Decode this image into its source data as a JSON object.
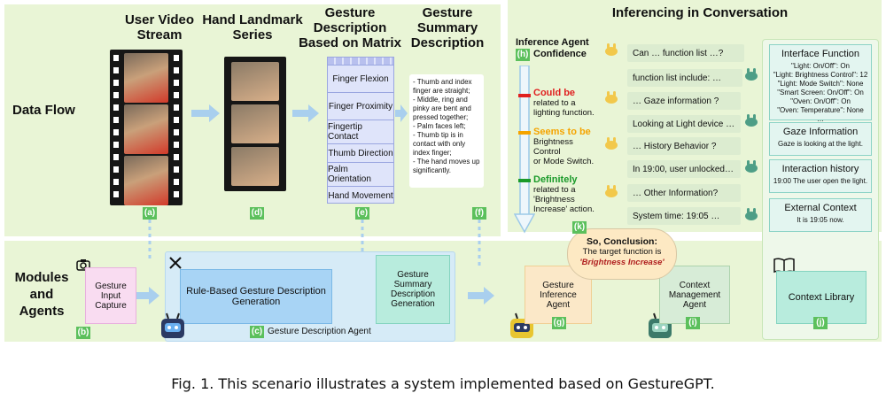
{
  "sections": {
    "data_flow": "Data Flow",
    "modules": [
      "Modules",
      "and",
      "Agents"
    ],
    "inferencing": "Inferencing in Conversation"
  },
  "columns": {
    "video": [
      "User Video",
      "Stream"
    ],
    "landmark": [
      "Hand Landmark",
      "Series"
    ],
    "description": [
      "Gesture",
      "Description",
      "Based on Matrix"
    ],
    "summary": [
      "Gesture",
      "Summary",
      "Description"
    ]
  },
  "matrix_rows": [
    "Finger Flexion",
    "Finger Proximity",
    "Fingertip Contact",
    "Thumb Direction",
    "Palm Orientation",
    "Hand Movement"
  ],
  "summary_bullets": [
    "- Thumb and index finger are straight;",
    "- Middle, ring and pinky are bent and pressed together;",
    "- Palm faces left;",
    "- Thumb tip is in contact with only index finger;",
    "- The hand moves up significantly."
  ],
  "labels": {
    "a": "(a)",
    "b": "(b)",
    "c": "(c)",
    "d": "(d)",
    "e": "(e)",
    "f": "(f)",
    "g": "(g)",
    "h": "(h)",
    "i": "(i)",
    "j": "(j)",
    "k": "(k)"
  },
  "modules": {
    "capture": [
      "Gesture",
      "Input",
      "Capture"
    ],
    "rule_based": [
      "Rule-Based Gesture Description",
      "Generation"
    ],
    "summary_gen": [
      "Gesture",
      "Summary",
      "Description",
      "Generation"
    ],
    "gda": "Gesture Description Agent",
    "inference": [
      "Gesture",
      "Inference",
      "Agent"
    ],
    "context_mgmt": [
      "Context",
      "Management",
      "Agent"
    ],
    "context_lib": "Context Library"
  },
  "confidence": {
    "title": [
      "Inference Agent",
      "Confidence"
    ],
    "items": [
      {
        "bold": "Could be",
        "text": [
          "related to a",
          "lighting function."
        ],
        "color": "#e02020"
      },
      {
        "bold": "Seems to be",
        "text": [
          "Brightness",
          "Control",
          "or Mode Switch."
        ],
        "color": "#f5a400"
      },
      {
        "bold": "Definitely",
        "text": [
          "related to a",
          "'Brightness",
          "Increase' action."
        ],
        "color": "#1a9a2a"
      }
    ]
  },
  "chat": [
    {
      "text": "Can … function list …?",
      "side": "q"
    },
    {
      "text": "function list include: …",
      "side": "a"
    },
    {
      "text": "… Gaze information ?",
      "side": "q"
    },
    {
      "text": "Looking at Light device …",
      "side": "a"
    },
    {
      "text": "… History  Behavior ?",
      "side": "q"
    },
    {
      "text": "In 19:00, user unlocked…",
      "side": "a"
    },
    {
      "text": "… Other Information?",
      "side": "q"
    },
    {
      "text": "System time: 19:05 …",
      "side": "a"
    }
  ],
  "conclusion": {
    "head": "So, Conclusion:",
    "line": "The target function is",
    "value": "'Brightness Increase'"
  },
  "context": [
    {
      "title": "Interface Function",
      "lines": [
        "\"Light: On/Off\": On",
        "\"Light: Brightness Control\": 12",
        "\"Light: Mode Switch\": None",
        "\"Smart Screen: On/Off\": On",
        "\"Oven: On/Off\": On",
        "\"Oven: Temperature\": None",
        "…"
      ]
    },
    {
      "title": "Gaze Information",
      "lines": [
        "Gaze is looking at the light."
      ]
    },
    {
      "title": "Interaction history",
      "lines": [
        "19:00 The user open the light."
      ]
    },
    {
      "title": "External Context",
      "lines": [
        "It is 19:05 now."
      ]
    }
  ],
  "caption": "Fig. 1.  This scenario illustrates a system implemented based on GestureGPT.",
  "colors": {
    "green_panel": "#e9f5d6",
    "blue_panel": "#d6ebf7",
    "tag": "#5cc05c"
  }
}
